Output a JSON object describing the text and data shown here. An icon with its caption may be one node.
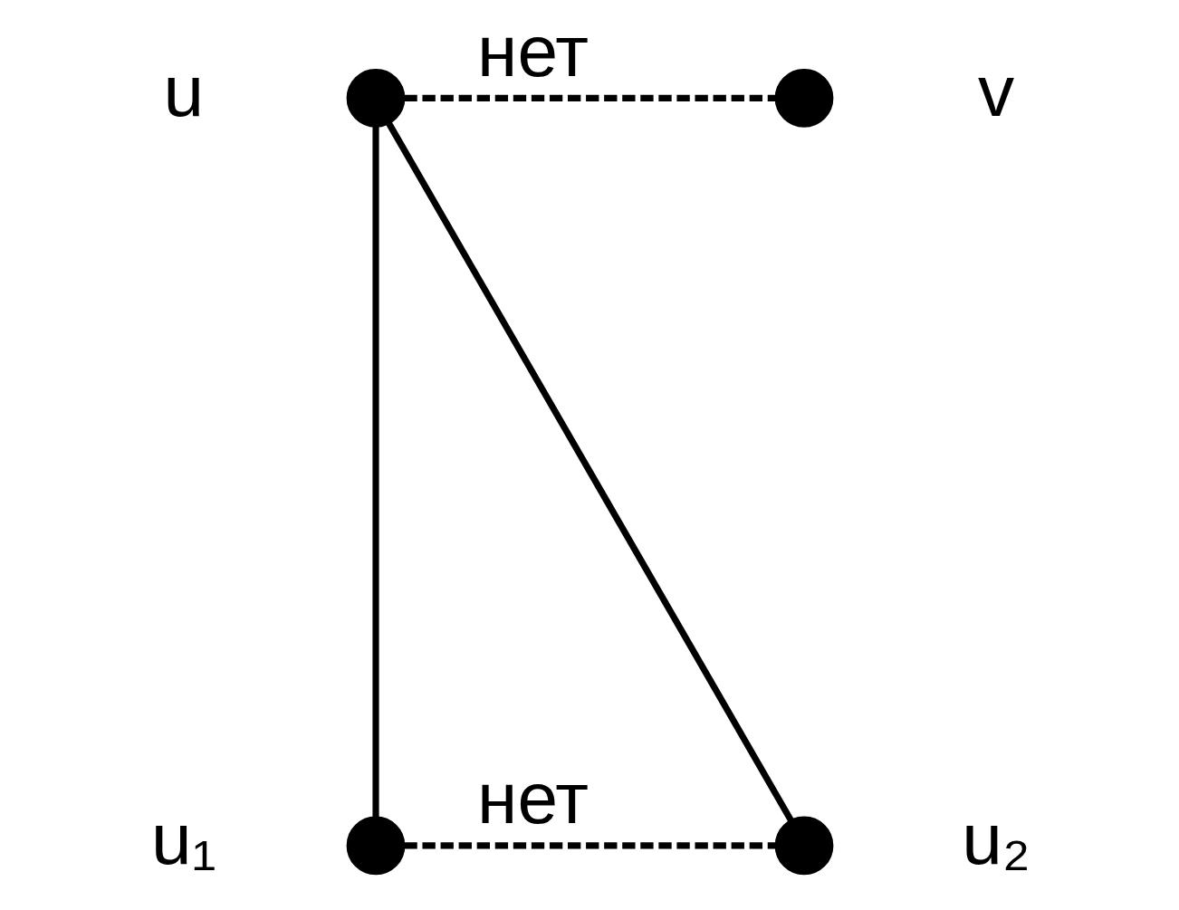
{
  "diagram": {
    "nodes": [
      {
        "text": [],
        "shape": "circle",
        "beside": [
          "u"
        ]
      },
      {
        "text": [],
        "shape": "circle",
        "beside": [
          "v"
        ]
      },
      {
        "text": [],
        "shape": "circle",
        "beside": [
          "u₁"
        ]
      },
      {
        "text": [],
        "shape": "circle",
        "beside": [
          "u₂"
        ]
      }
    ],
    "edges": [
      {
        "from": 0,
        "to": 1,
        "arrow": "none",
        "style": "dashed",
        "label": "нет"
      },
      {
        "from": 0,
        "to": 2,
        "arrow": "none"
      },
      {
        "from": 0,
        "to": 3,
        "arrow": "none"
      },
      {
        "from": 2,
        "to": 3,
        "arrow": "none",
        "style": "dashed",
        "label": "нет"
      }
    ]
  }
}
